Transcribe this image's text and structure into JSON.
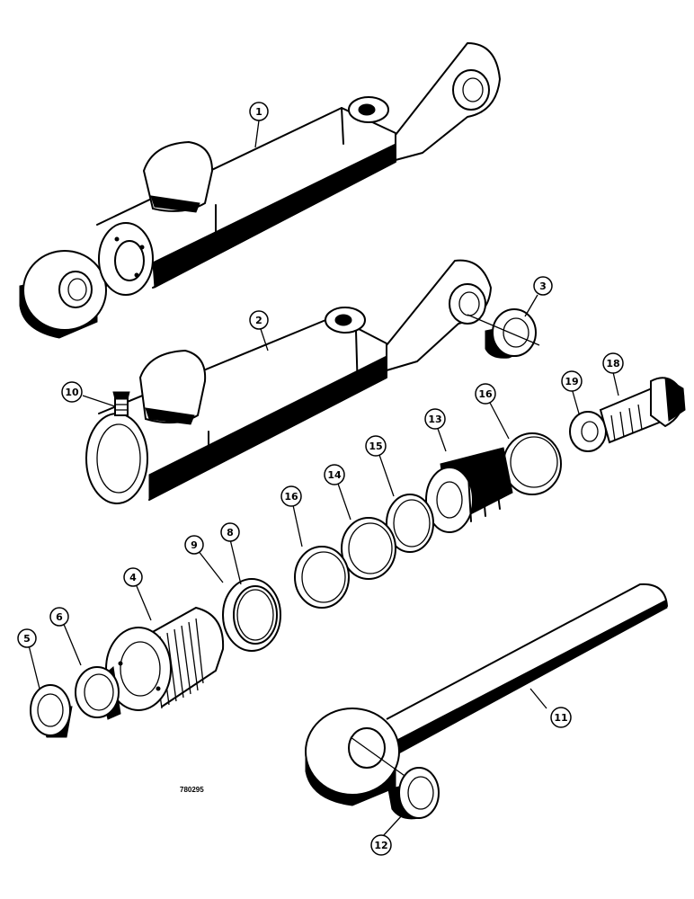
{
  "figure_id": "780295",
  "callouts": {
    "c1": "1",
    "c2": "2",
    "c3": "3",
    "c4": "4",
    "c5": "5",
    "c6": "6",
    "c8": "8",
    "c9": "9",
    "c10": "10",
    "c11": "11",
    "c12": "12",
    "c13": "13",
    "c14": "14",
    "c15": "15",
    "c16a": "16",
    "c16b": "16",
    "c18": "18",
    "c19": "19"
  }
}
